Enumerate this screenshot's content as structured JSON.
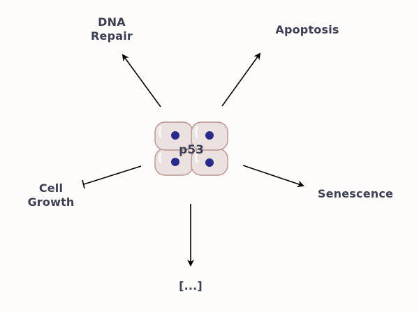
{
  "diagram": {
    "center": {
      "label": "p53",
      "icon": "cell-cluster-icon",
      "cell_count": 4
    },
    "outcomes": [
      {
        "id": "dna-repair",
        "label_lines": [
          "DNA",
          "Repair"
        ],
        "relation": "activates",
        "arrow": "arrow-head"
      },
      {
        "id": "apoptosis",
        "label_lines": [
          "Apoptosis"
        ],
        "relation": "activates",
        "arrow": "arrow-head"
      },
      {
        "id": "senescence",
        "label_lines": [
          "Senescence"
        ],
        "relation": "activates",
        "arrow": "arrow-head"
      },
      {
        "id": "other",
        "label_lines": [
          "[...]"
        ],
        "relation": "activates",
        "arrow": "arrow-head"
      },
      {
        "id": "cell-growth",
        "label_lines": [
          "Cell",
          "Growth"
        ],
        "relation": "inhibits",
        "arrow": "bar-head"
      }
    ],
    "colors": {
      "text": "#3d3f52",
      "arrow": "#000000",
      "cell_fill": "#ebe1e0",
      "cell_stroke": "#b9938f",
      "nucleus": "#2a2a8c",
      "highlight": "#f4fbf6",
      "background": "#fdfcfb"
    }
  }
}
